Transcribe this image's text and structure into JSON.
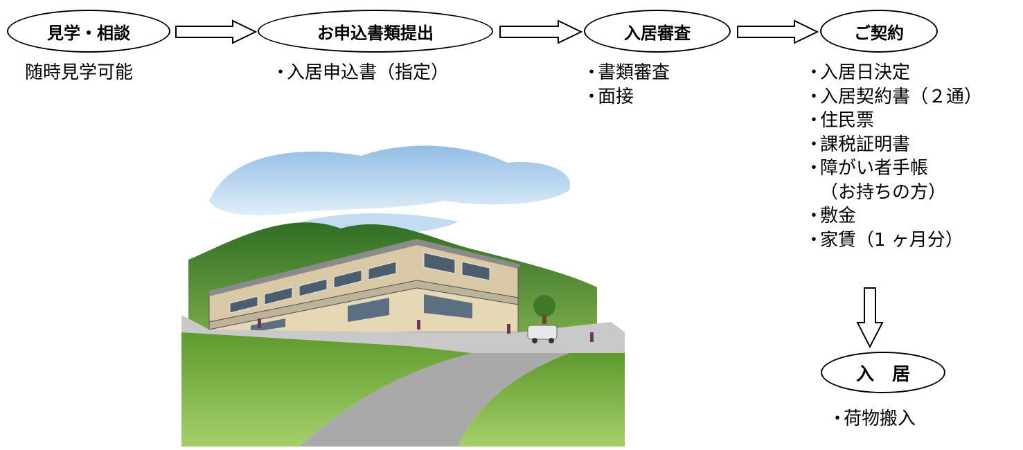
{
  "steps": [
    {
      "label": "見学・相談"
    },
    {
      "label": "お申込書類提出"
    },
    {
      "label": "入居審査"
    },
    {
      "label": "ご契約"
    },
    {
      "label": "入　居"
    }
  ],
  "notes": {
    "visit": "随時見学可能",
    "application": [
      "入居申込書（指定）"
    ],
    "screening": [
      "書類審査",
      "面接"
    ],
    "contract": [
      "入居日決定",
      "入居契約書（２通）",
      "住民票",
      "課税証明書",
      "障がい者手帳",
      "（お持ちの方）",
      "敷金",
      "家賃（1 ヶ月分）"
    ],
    "movein": [
      "荷物搬入"
    ]
  },
  "bullet": "・"
}
